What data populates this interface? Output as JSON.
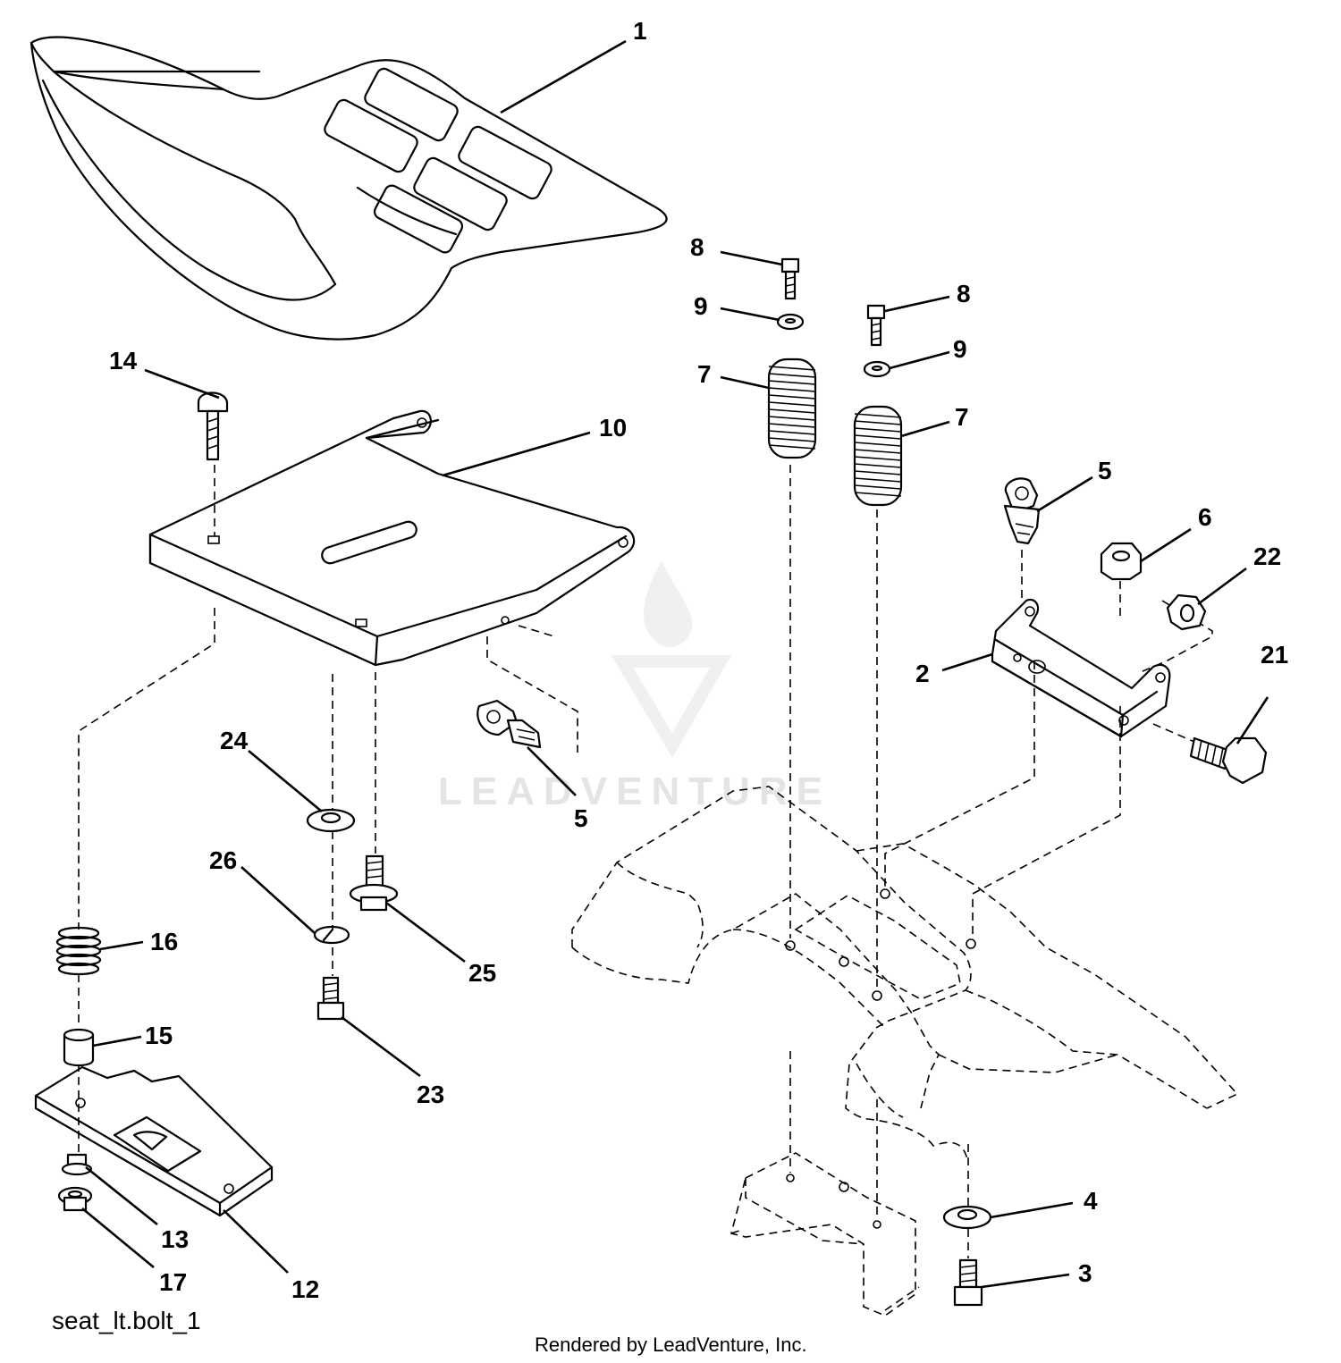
{
  "diagram": {
    "callouts": [
      {
        "label": "1",
        "part": "seat"
      },
      {
        "label": "14",
        "part": "carriage-bolt"
      },
      {
        "label": "10",
        "part": "seat-pan"
      },
      {
        "label": "8",
        "part": "bolt-left"
      },
      {
        "label": "9",
        "part": "washer-left"
      },
      {
        "label": "7",
        "part": "spring-left"
      },
      {
        "label": "8",
        "part": "bolt-right"
      },
      {
        "label": "9",
        "part": "washer-right"
      },
      {
        "label": "7",
        "part": "spring-right"
      },
      {
        "label": "5",
        "part": "knob-right"
      },
      {
        "label": "6",
        "part": "nut"
      },
      {
        "label": "22",
        "part": "nut-22"
      },
      {
        "label": "21",
        "part": "bolt-21"
      },
      {
        "label": "2",
        "part": "bracket"
      },
      {
        "label": "24",
        "part": "washer-24"
      },
      {
        "label": "5",
        "part": "knob-left"
      },
      {
        "label": "26",
        "part": "lock-washer"
      },
      {
        "label": "25",
        "part": "bolt-25"
      },
      {
        "label": "16",
        "part": "spring-16"
      },
      {
        "label": "15",
        "part": "spacer"
      },
      {
        "label": "23",
        "part": "screw-23"
      },
      {
        "label": "13",
        "part": "nut-13"
      },
      {
        "label": "17",
        "part": "nut-17"
      },
      {
        "label": "12",
        "part": "slide-plate"
      },
      {
        "label": "4",
        "part": "washer-4"
      },
      {
        "label": "3",
        "part": "bolt-3"
      }
    ],
    "watermark": "LEADVENTURE",
    "reference_label": "seat_lt.bolt_1",
    "credit": "Rendered by LeadVenture, Inc."
  }
}
